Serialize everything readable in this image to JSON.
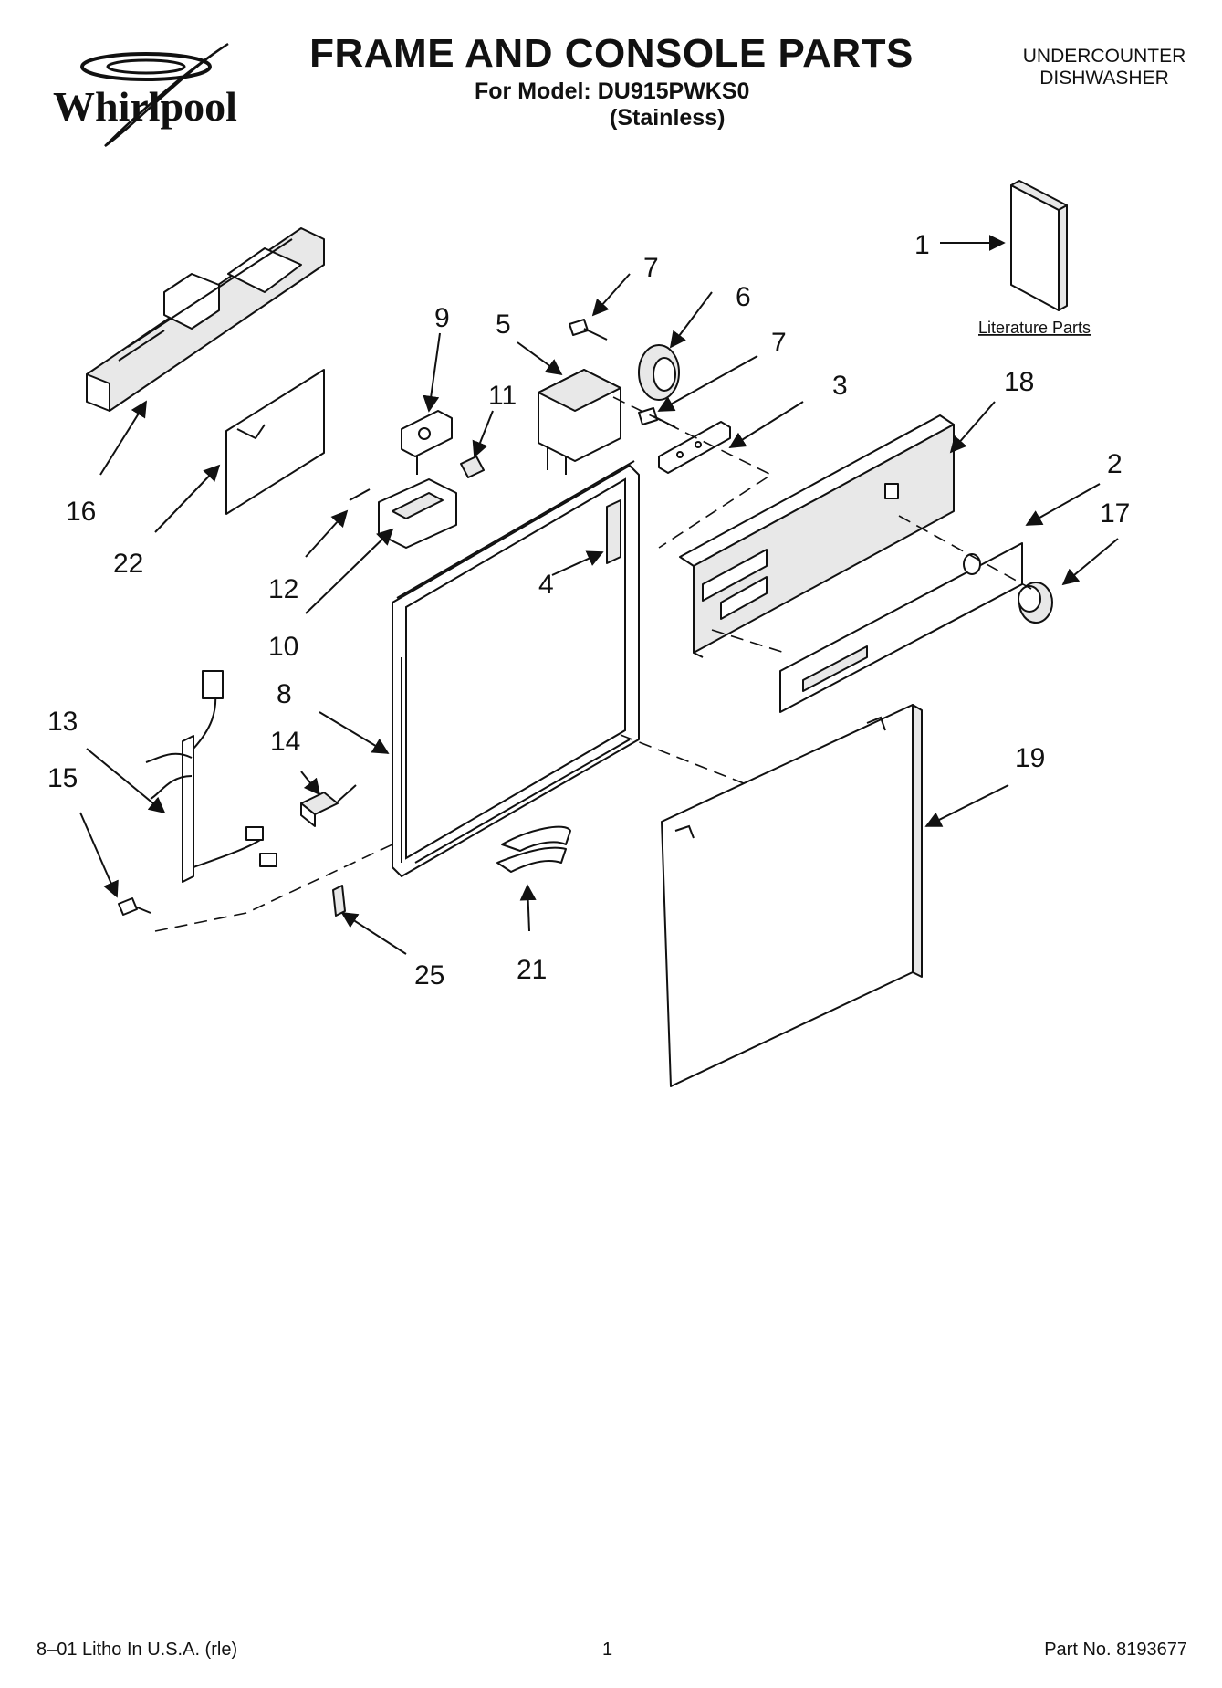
{
  "header": {
    "brand": "Whirlpool",
    "title": "FRAME AND CONSOLE PARTS",
    "model_line": "For Model: DU915PWKS0",
    "variant": "(Stainless)",
    "appliance_line1": "UNDERCOUNTER",
    "appliance_line2": "DISHWASHER"
  },
  "diagram": {
    "literature_label": "Literature Parts",
    "callouts": {
      "c1": "1",
      "c2": "2",
      "c3": "3",
      "c4": "4",
      "c5": "5",
      "c6": "6",
      "c7a": "7",
      "c7b": "7",
      "c8": "8",
      "c9": "9",
      "c10": "10",
      "c11": "11",
      "c12": "12",
      "c13": "13",
      "c14": "14",
      "c15": "15",
      "c16": "16",
      "c17": "17",
      "c18": "18",
      "c19": "19",
      "c21": "21",
      "c22": "22",
      "c25": "25"
    }
  },
  "footer": {
    "left": "8–01 Litho In U.S.A. (rle)",
    "page": "1",
    "part_no": "Part No. 8193677"
  }
}
